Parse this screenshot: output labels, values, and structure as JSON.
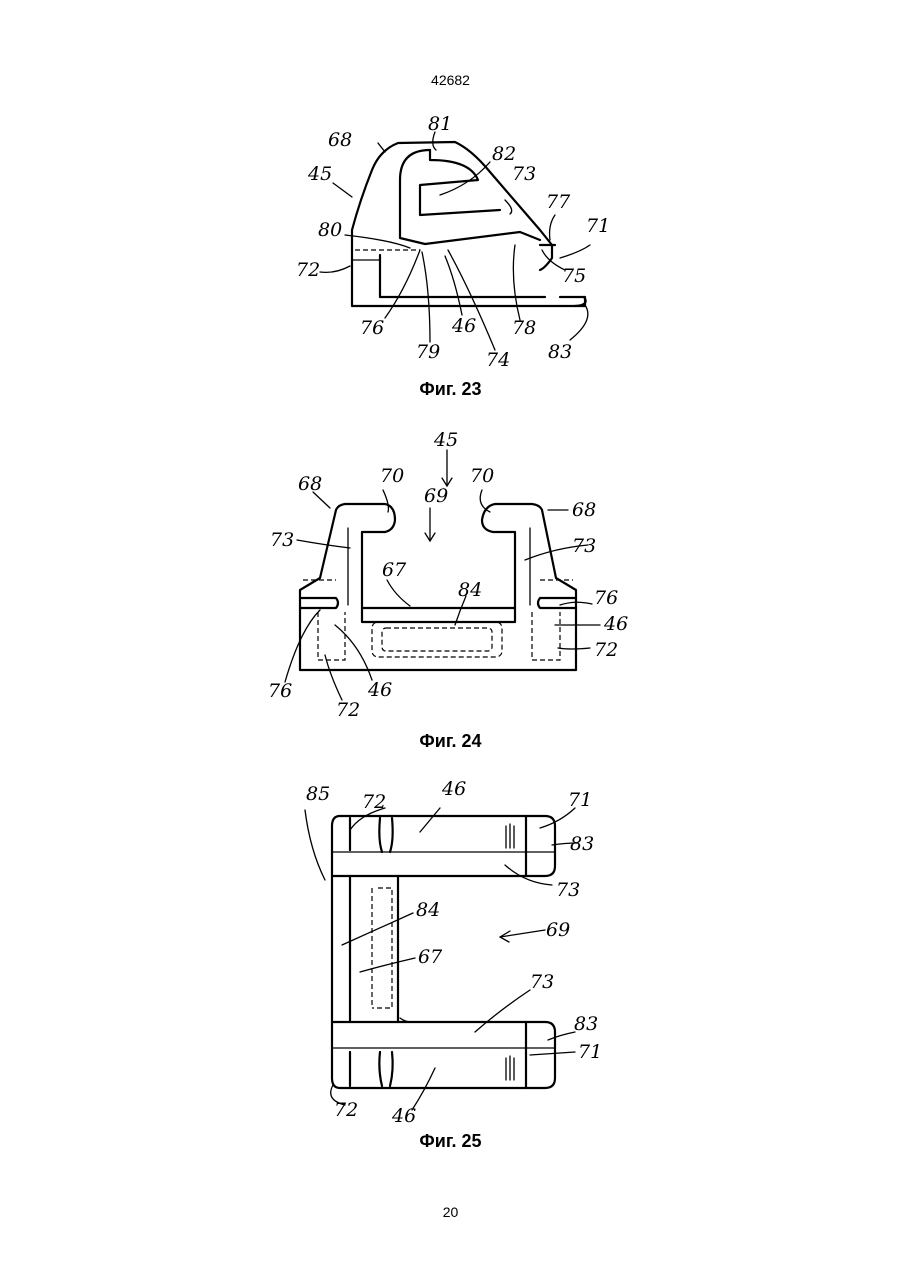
{
  "header": {
    "doc_number": "42682"
  },
  "footer": {
    "page_number": "20"
  },
  "figures": [
    {
      "caption": "Фиг. 23",
      "labels": [
        "68",
        "81",
        "82",
        "73",
        "45",
        "77",
        "71",
        "80",
        "72",
        "75",
        "76",
        "46",
        "78",
        "79",
        "74",
        "83"
      ]
    },
    {
      "caption": "Фиг. 24",
      "labels": [
        "45",
        "68",
        "70",
        "69",
        "70",
        "68",
        "73",
        "73",
        "67",
        "84",
        "76",
        "46",
        "72",
        "76",
        "72",
        "46"
      ]
    },
    {
      "caption": "Фиг. 25",
      "labels": [
        "85",
        "72",
        "46",
        "71",
        "83",
        "73",
        "84",
        "69",
        "67",
        "73",
        "83",
        "71",
        "72",
        "46"
      ]
    }
  ]
}
